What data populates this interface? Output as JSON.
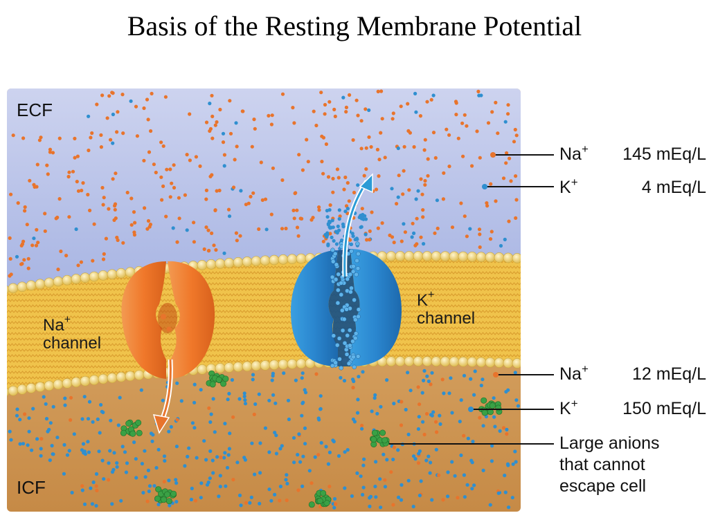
{
  "title": "Basis of the Resting Membrane Potential",
  "regions": {
    "ecf": "ECF",
    "icf": "ICF"
  },
  "channels": {
    "na": {
      "ion": "Na",
      "charge": "+",
      "word": "channel"
    },
    "k": {
      "ion": "K",
      "charge": "+",
      "word": "channel"
    }
  },
  "concentrations": {
    "ecf": [
      {
        "ion": "Na",
        "charge": "+",
        "value": "145 mEq/L"
      },
      {
        "ion": "K",
        "charge": "+",
        "value": "4 mEq/L"
      }
    ],
    "icf": [
      {
        "ion": "Na",
        "charge": "+",
        "value": "12 mEq/L"
      },
      {
        "ion": "K",
        "charge": "+",
        "value": "150 mEq/L"
      }
    ]
  },
  "anions": {
    "line1": "Large anions",
    "line2": "that cannot",
    "line3": "escape cell"
  },
  "colors": {
    "ecf_top": "#c8cfee",
    "ecf_bottom": "#a9b6e2",
    "icf_top": "#e7b978",
    "icf_bottom": "#c88a45",
    "membrane": "#f0c34b",
    "head": "#f3dd8c",
    "sodium": "#e8742c",
    "potassium": "#2f8fd0",
    "na_channel": "#f07a2a",
    "k_channel": "#2a86cf",
    "anion": "#3aa145"
  }
}
